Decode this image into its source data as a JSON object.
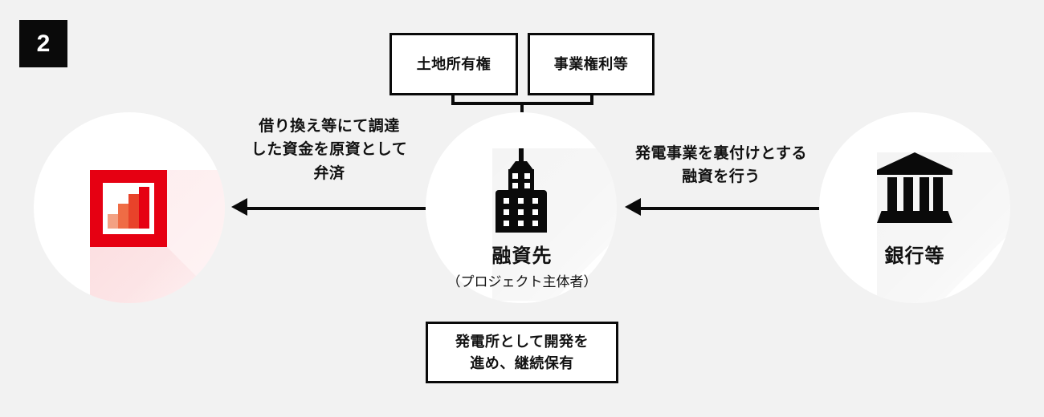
{
  "meta": {
    "background_color": "#f2f2f2",
    "ink_color": "#0a0a0a",
    "accent_color": "#e60012"
  },
  "step": {
    "number": "2"
  },
  "top_boxes": [
    {
      "id": "land",
      "label": "土地所有権"
    },
    {
      "id": "rights",
      "label": "事業権利等"
    }
  ],
  "nodes": {
    "left": {
      "icon": "bar-chart-icon",
      "frame_color": "#e60012",
      "bars": [
        {
          "height": 18,
          "color": "#f3a183"
        },
        {
          "height": 31,
          "color": "#ef6c45"
        },
        {
          "height": 43,
          "color": "#e8432a"
        },
        {
          "height": 52,
          "color": "#e60012"
        }
      ]
    },
    "center": {
      "icon": "office-building-icon",
      "title": "融資先",
      "subtitle": "（プロジェクト主体者）"
    },
    "right": {
      "icon": "bank-icon",
      "title": "銀行等",
      "subtitle": ""
    }
  },
  "arrows": {
    "left": {
      "direction": "left",
      "label_lines": [
        "借り換え等にて調達",
        "した資金を原資として",
        "弁済"
      ]
    },
    "right": {
      "direction": "left",
      "label_lines": [
        "発電事業を裏付けとする",
        "融資を行う"
      ]
    }
  },
  "bottom_box": {
    "label_lines": [
      "発電所として開発を",
      "進め、継続保有"
    ]
  }
}
